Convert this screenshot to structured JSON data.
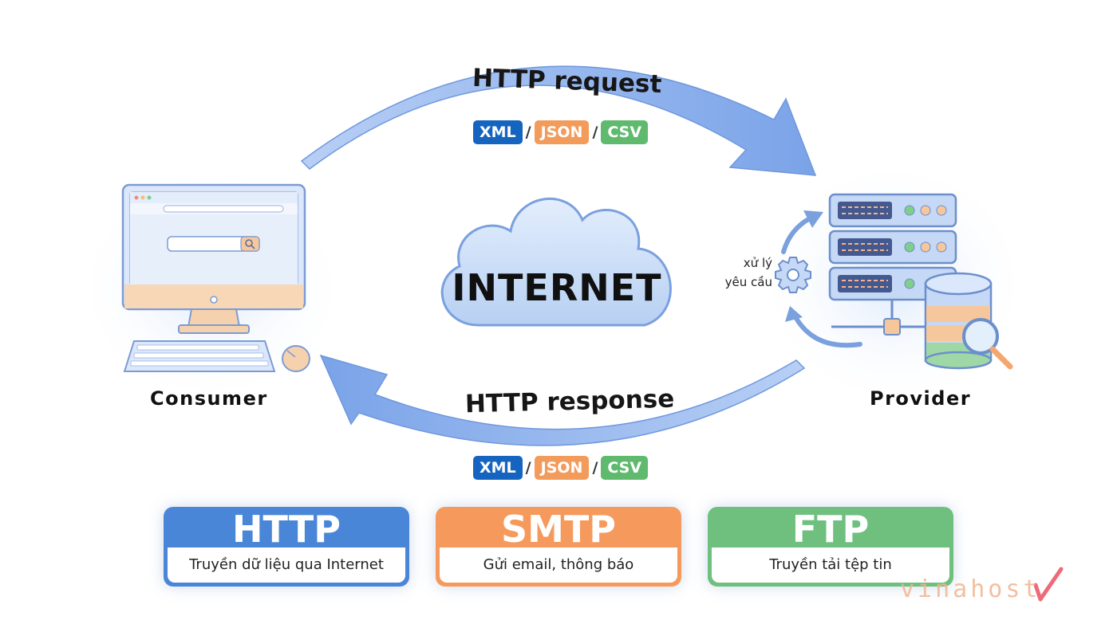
{
  "request": {
    "label": "HTTP request",
    "formats": [
      "XML",
      "JSON",
      "CSV"
    ]
  },
  "response": {
    "label": "HTTP response",
    "formats": [
      "XML",
      "JSON",
      "CSV"
    ]
  },
  "consumer": {
    "label": "Consumer"
  },
  "provider": {
    "label": "Provider",
    "process_line1": "xử lý",
    "process_line2": "yêu cầu"
  },
  "internet": {
    "label": "INTERNET"
  },
  "protocols": [
    {
      "name": "HTTP",
      "description": "Truyền dữ liệu qua Internet",
      "color": "#4a86d8"
    },
    {
      "name": "SMTP",
      "description": "Gửi email, thông báo",
      "color": "#f59a5c"
    },
    {
      "name": "FTP",
      "description": "Truyền tải tệp tin",
      "color": "#6fc07e"
    }
  ],
  "watermark": "vinahost",
  "colors": {
    "arrow": "#8fb3ee",
    "xml": "#1565c0",
    "json": "#f39b5b",
    "csv": "#5fba6e"
  }
}
